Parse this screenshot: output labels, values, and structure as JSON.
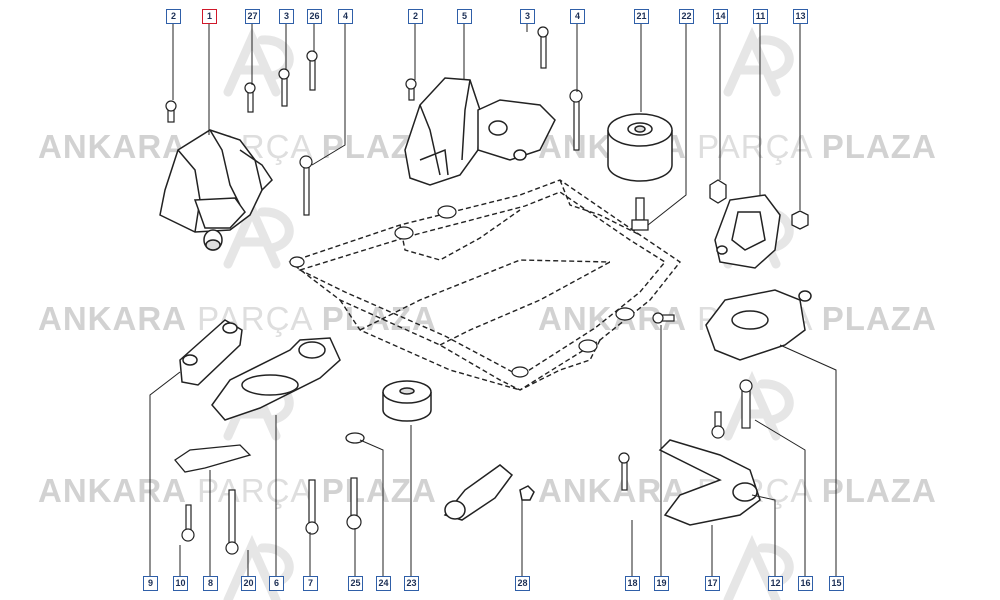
{
  "watermark": {
    "brand_word_1": "ANKARA",
    "brand_word_2": "PARÇA",
    "brand_word_3": "PLAZA"
  },
  "selected_part": "1",
  "callouts_top": [
    "2",
    "1",
    "27",
    "3",
    "26",
    "4",
    "2",
    "5",
    "3",
    "4",
    "21",
    "22",
    "14",
    "11",
    "13"
  ],
  "callouts_bottom": [
    "9",
    "10",
    "8",
    "20",
    "6",
    "7",
    "25",
    "24",
    "23",
    "28",
    "18",
    "19",
    "17",
    "12",
    "16",
    "15"
  ],
  "colors": {
    "callout_border": "#2f5fa8",
    "callout_selected_border": "#d0182a",
    "line_art": "#222222",
    "watermark": "#d8d8d8"
  }
}
